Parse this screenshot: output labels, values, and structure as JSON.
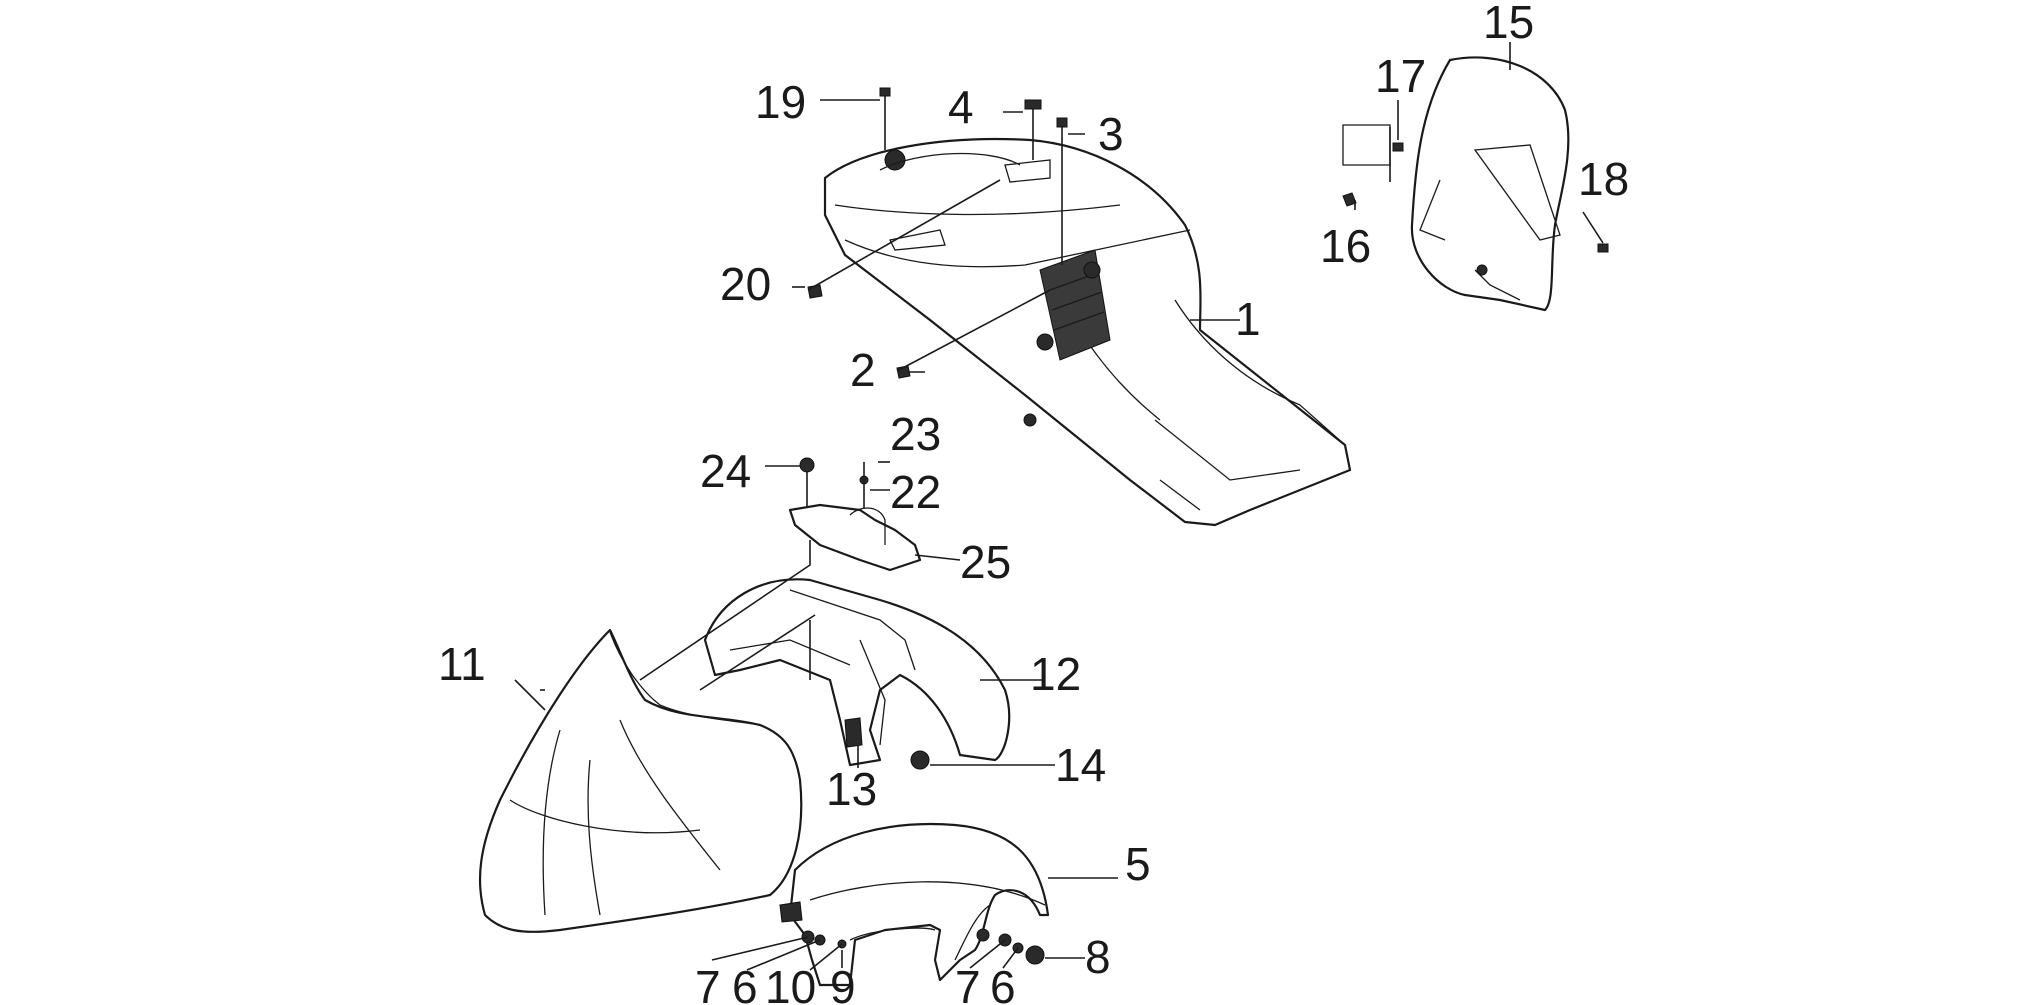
{
  "diagram": {
    "parts": [
      {
        "id": "1",
        "label": "1"
      },
      {
        "id": "2",
        "label": "2"
      },
      {
        "id": "3",
        "label": "3"
      },
      {
        "id": "4",
        "label": "4"
      },
      {
        "id": "5",
        "label": "5"
      },
      {
        "id": "6a",
        "label": "6"
      },
      {
        "id": "6b",
        "label": "6"
      },
      {
        "id": "7a",
        "label": "7"
      },
      {
        "id": "7b",
        "label": "7"
      },
      {
        "id": "8",
        "label": "8"
      },
      {
        "id": "9",
        "label": "9"
      },
      {
        "id": "10",
        "label": "10"
      },
      {
        "id": "11",
        "label": "11"
      },
      {
        "id": "12",
        "label": "12"
      },
      {
        "id": "13",
        "label": "13"
      },
      {
        "id": "14",
        "label": "14"
      },
      {
        "id": "15",
        "label": "15"
      },
      {
        "id": "16",
        "label": "16"
      },
      {
        "id": "17",
        "label": "17"
      },
      {
        "id": "18",
        "label": "18"
      },
      {
        "id": "19",
        "label": "19"
      },
      {
        "id": "20",
        "label": "20"
      },
      {
        "id": "22",
        "label": "22"
      },
      {
        "id": "23",
        "label": "23"
      },
      {
        "id": "24",
        "label": "24"
      },
      {
        "id": "25",
        "label": "25"
      }
    ],
    "colors": {
      "line": "#1a1a1a",
      "background": "#ffffff"
    }
  }
}
